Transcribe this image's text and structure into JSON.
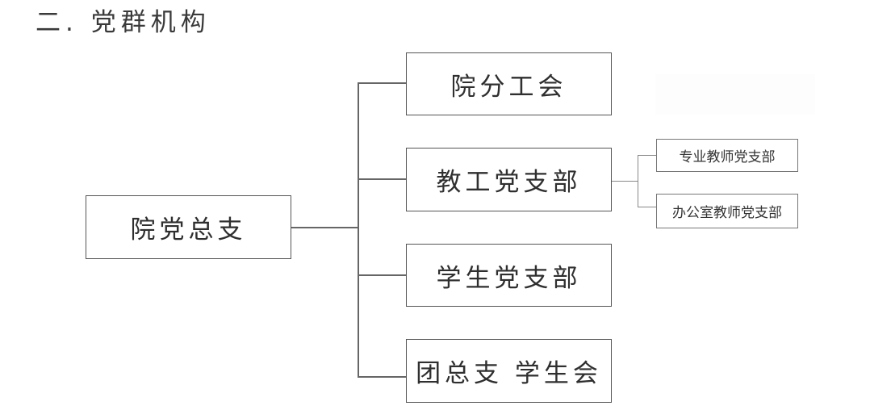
{
  "title": "二. 党群机构",
  "diagram": {
    "root": "院党总支",
    "children": [
      {
        "label": "院分工会"
      },
      {
        "label": "教工党支部",
        "children": [
          "专业教师党支部",
          "办公室教师党支部"
        ]
      },
      {
        "label": "学生党支部"
      },
      {
        "label": "团总支 学生会"
      }
    ]
  }
}
